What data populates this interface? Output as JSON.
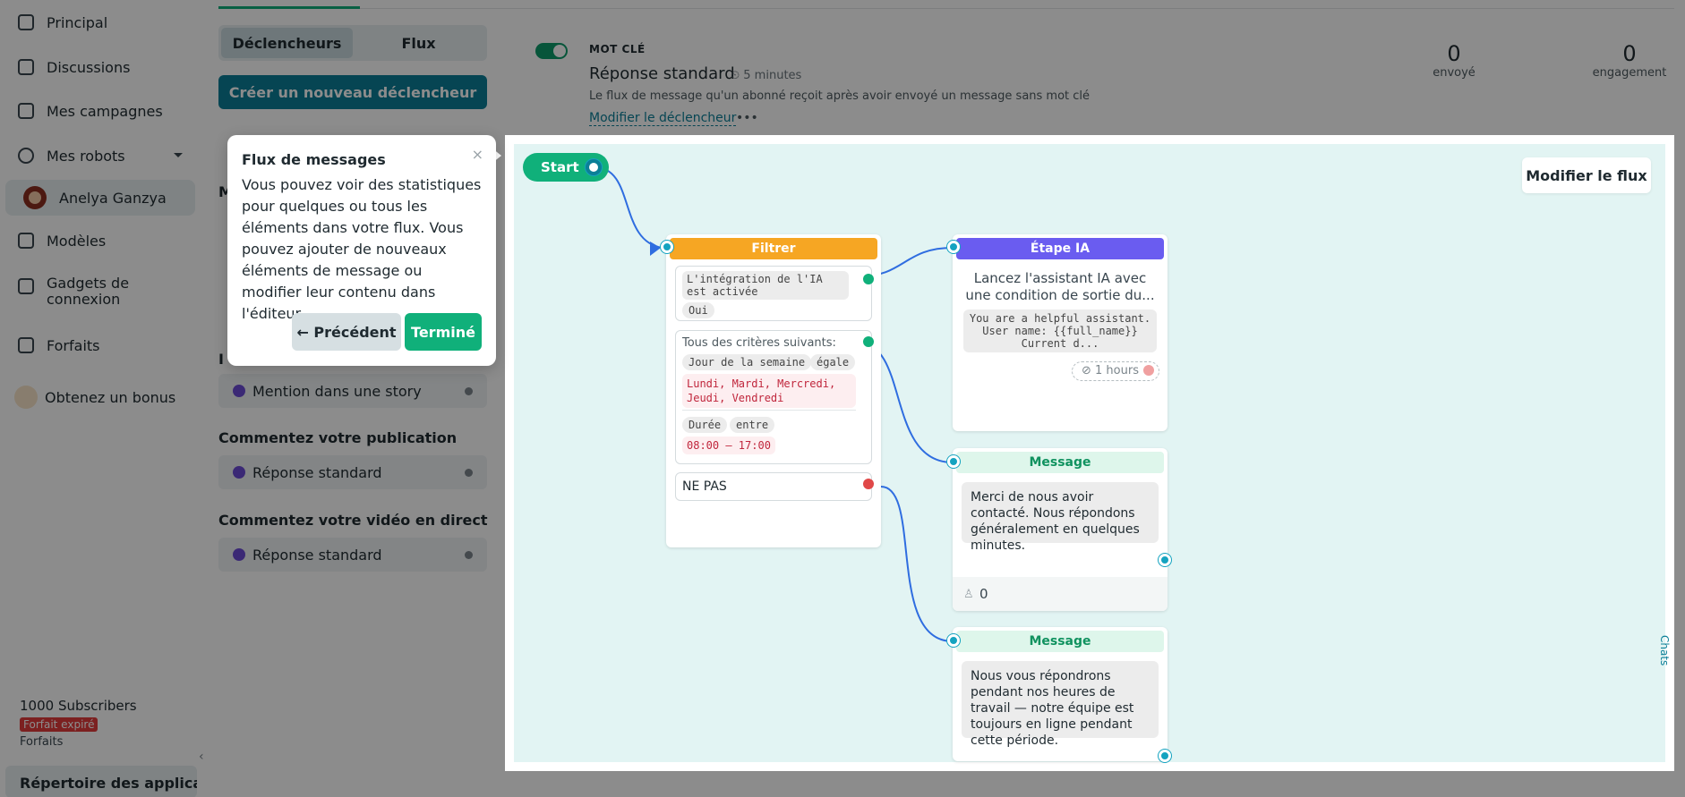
{
  "sidebar": {
    "items": [
      {
        "label": "Principal"
      },
      {
        "label": "Discussions"
      },
      {
        "label": "Mes campagnes"
      },
      {
        "label": "Mes robots"
      },
      {
        "label": "Anelya Ganzya"
      },
      {
        "label": "Modèles"
      },
      {
        "label": "Gadgets de connexion"
      },
      {
        "label": "Forfaits"
      },
      {
        "label": "Obtenez un bonus"
      }
    ],
    "subscribers": "1000 Subscribers",
    "plan_badge": "Forfait expiré",
    "plan_link": "Forfaits",
    "app_directory": "Répertoire des applications"
  },
  "triggers": {
    "tabs": [
      "Déclencheurs",
      "Flux"
    ],
    "create_button": "Créer un nouveau déclencheur",
    "partial_letter_1": "M",
    "partial_letter_2": "I",
    "sections": [
      {
        "title": "",
        "item": "Mention dans une story"
      },
      {
        "title": "Commentez votre publication",
        "item": "Réponse standard"
      },
      {
        "title": "Commentez votre vidéo en direct",
        "item": "Réponse standard"
      }
    ]
  },
  "trigger_card": {
    "type_label": "MOT CLÉ",
    "name": "Réponse standard",
    "delay": "5 minutes",
    "description": "Le flux de message qu'un abonné reçoit après avoir envoyé un message sans mot clé",
    "edit_link": "Modifier le déclencheur",
    "more": "•••",
    "stats": [
      {
        "value": "0",
        "label": "envoyé"
      },
      {
        "value": "0",
        "label": "engagement"
      }
    ]
  },
  "flow": {
    "start_label": "Start",
    "edit_button": "Modifier le flux",
    "filter": {
      "title": "Filtrer",
      "cond1_text": "L'intégration de l'IA est activée",
      "cond1_value": "Oui",
      "cond2_header": "Tous des critères suivants:",
      "cond2_field1": "Jour de la semaine",
      "cond2_op1": "égale",
      "cond2_value1": "Lundi, Mardi, Mercredi, Jeudi, Vendredi",
      "cond2_field2": "Durée",
      "cond2_op2": "entre",
      "cond2_value2": "08:00 — 17:00",
      "else_label": "NE PAS"
    },
    "ai_step": {
      "title": "Étape IA",
      "desc": "Lancez l'assistant IA avec une condition de sortie du...",
      "prompt": "You are a helpful assistant. User name: {{full_name}} Current d...",
      "timeout": "1 hours"
    },
    "message1": {
      "title": "Message",
      "text": "Merci de nous avoir contacté. Nous répondons généralement en quelques minutes.",
      "count": "0"
    },
    "message2": {
      "title": "Message",
      "text": "Nous vous répondrons pendant nos heures de travail — notre équipe est toujours en ligne pendant cette période."
    },
    "side_tab": "Chats"
  },
  "tooltip": {
    "title": "Flux de messages",
    "body": "Vous pouvez voir des statistiques pour quelques ou tous les éléments dans votre flux. Vous pouvez ajouter de nouveaux éléments de message ou modifier leur contenu dans l'éditeur.",
    "prev": "← Précédent",
    "done": "Terminé",
    "close": "×"
  },
  "colors": {
    "accent": "#0b7f97",
    "green": "#10b07a",
    "filter": "#f6a623",
    "ai": "#6a5cf0",
    "canvas": "#e2f4f3"
  }
}
